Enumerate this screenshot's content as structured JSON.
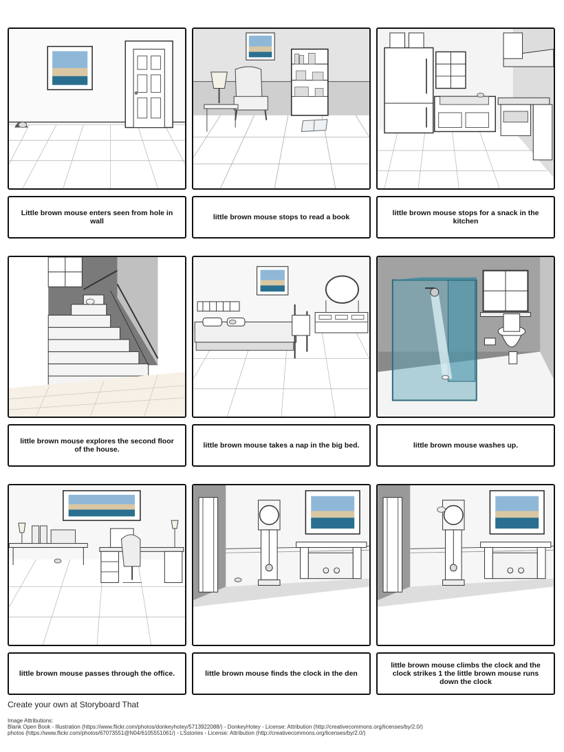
{
  "panels": [
    {
      "scene": "hallway-with-mouse-hole",
      "caption": "Little brown mouse enters seen from hole in wall"
    },
    {
      "scene": "reading-room",
      "caption": "little brown mouse stops to read a book"
    },
    {
      "scene": "kitchen",
      "caption": "little brown mouse stops for a snack in the kitchen"
    },
    {
      "scene": "staircase",
      "caption": "little brown mouse explores the second floor of the house."
    },
    {
      "scene": "bedroom",
      "caption": "little brown mouse takes a nap in the big bed."
    },
    {
      "scene": "bathroom",
      "caption": "little brown mouse washes up."
    },
    {
      "scene": "office",
      "caption": "little brown mouse passes through the office."
    },
    {
      "scene": "den-with-clock",
      "caption": "little brown mouse finds the clock in the den"
    },
    {
      "scene": "den-clock-climb",
      "caption": "little brown mouse climbs the clock and the clock strikes 1 the little brown mouse runs down the clock"
    }
  ],
  "footer": {
    "create_text": "Create your own at Storyboard That",
    "attributions_heading": "Image Attributions:",
    "attribution_lines": [
      "Blank Open Book - Illustration (https://www.flickr.com/photos/donkeyhotey/5713922088/) - DonkeyHotey - License: Attribution (http://creativecommons.org/licenses/by/2.0/)",
      "photos (https://www.flickr.com/photos/67073551@N04/6105551061/) - LSstories - License: Attribution (http://creativecommons.org/licenses/by/2.0/)"
    ]
  }
}
